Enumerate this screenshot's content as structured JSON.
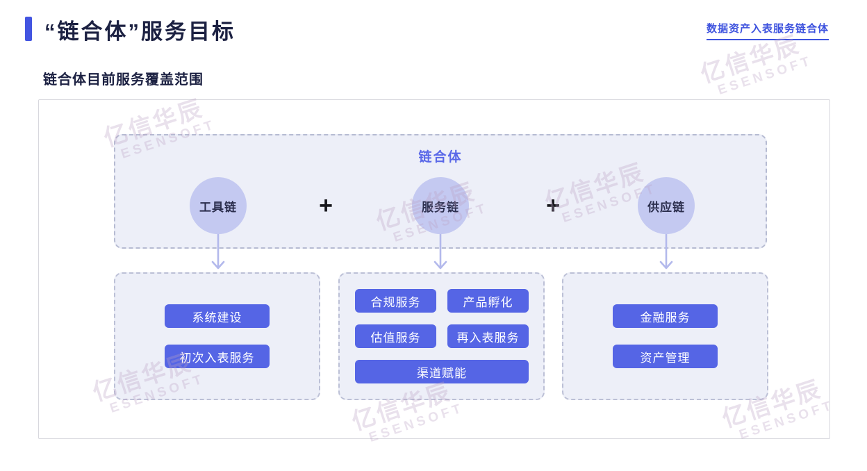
{
  "header": {
    "title": "“链合体”服务目标",
    "link": "数据资产入表服务链合体"
  },
  "section": {
    "subtitle": "链合体目前服务覆盖范围"
  },
  "diagram": {
    "panel_title": "链合体",
    "plus": "+",
    "chains": [
      "工具链",
      "服务链",
      "供应链"
    ],
    "groups": [
      {
        "items": [
          "系统建设",
          "初次入表服务"
        ]
      },
      {
        "items": [
          "合规服务",
          "产品孵化",
          "估值服务",
          "再入表服务",
          "渠道赋能"
        ]
      },
      {
        "items": [
          "金融服务",
          "资产管理"
        ]
      }
    ]
  },
  "watermark": {
    "line1": "亿信华辰",
    "line2": "ESENSOFT"
  },
  "colors": {
    "accent": "#4355e1",
    "link": "#3d52de",
    "title_text": "#1c2142",
    "panel_bg": "#edeff8",
    "panel_title": "#5a68e8",
    "circle_fill": "#c4c9f1",
    "button_fill": "#5565e5",
    "arrow": "#b3b9ec"
  }
}
